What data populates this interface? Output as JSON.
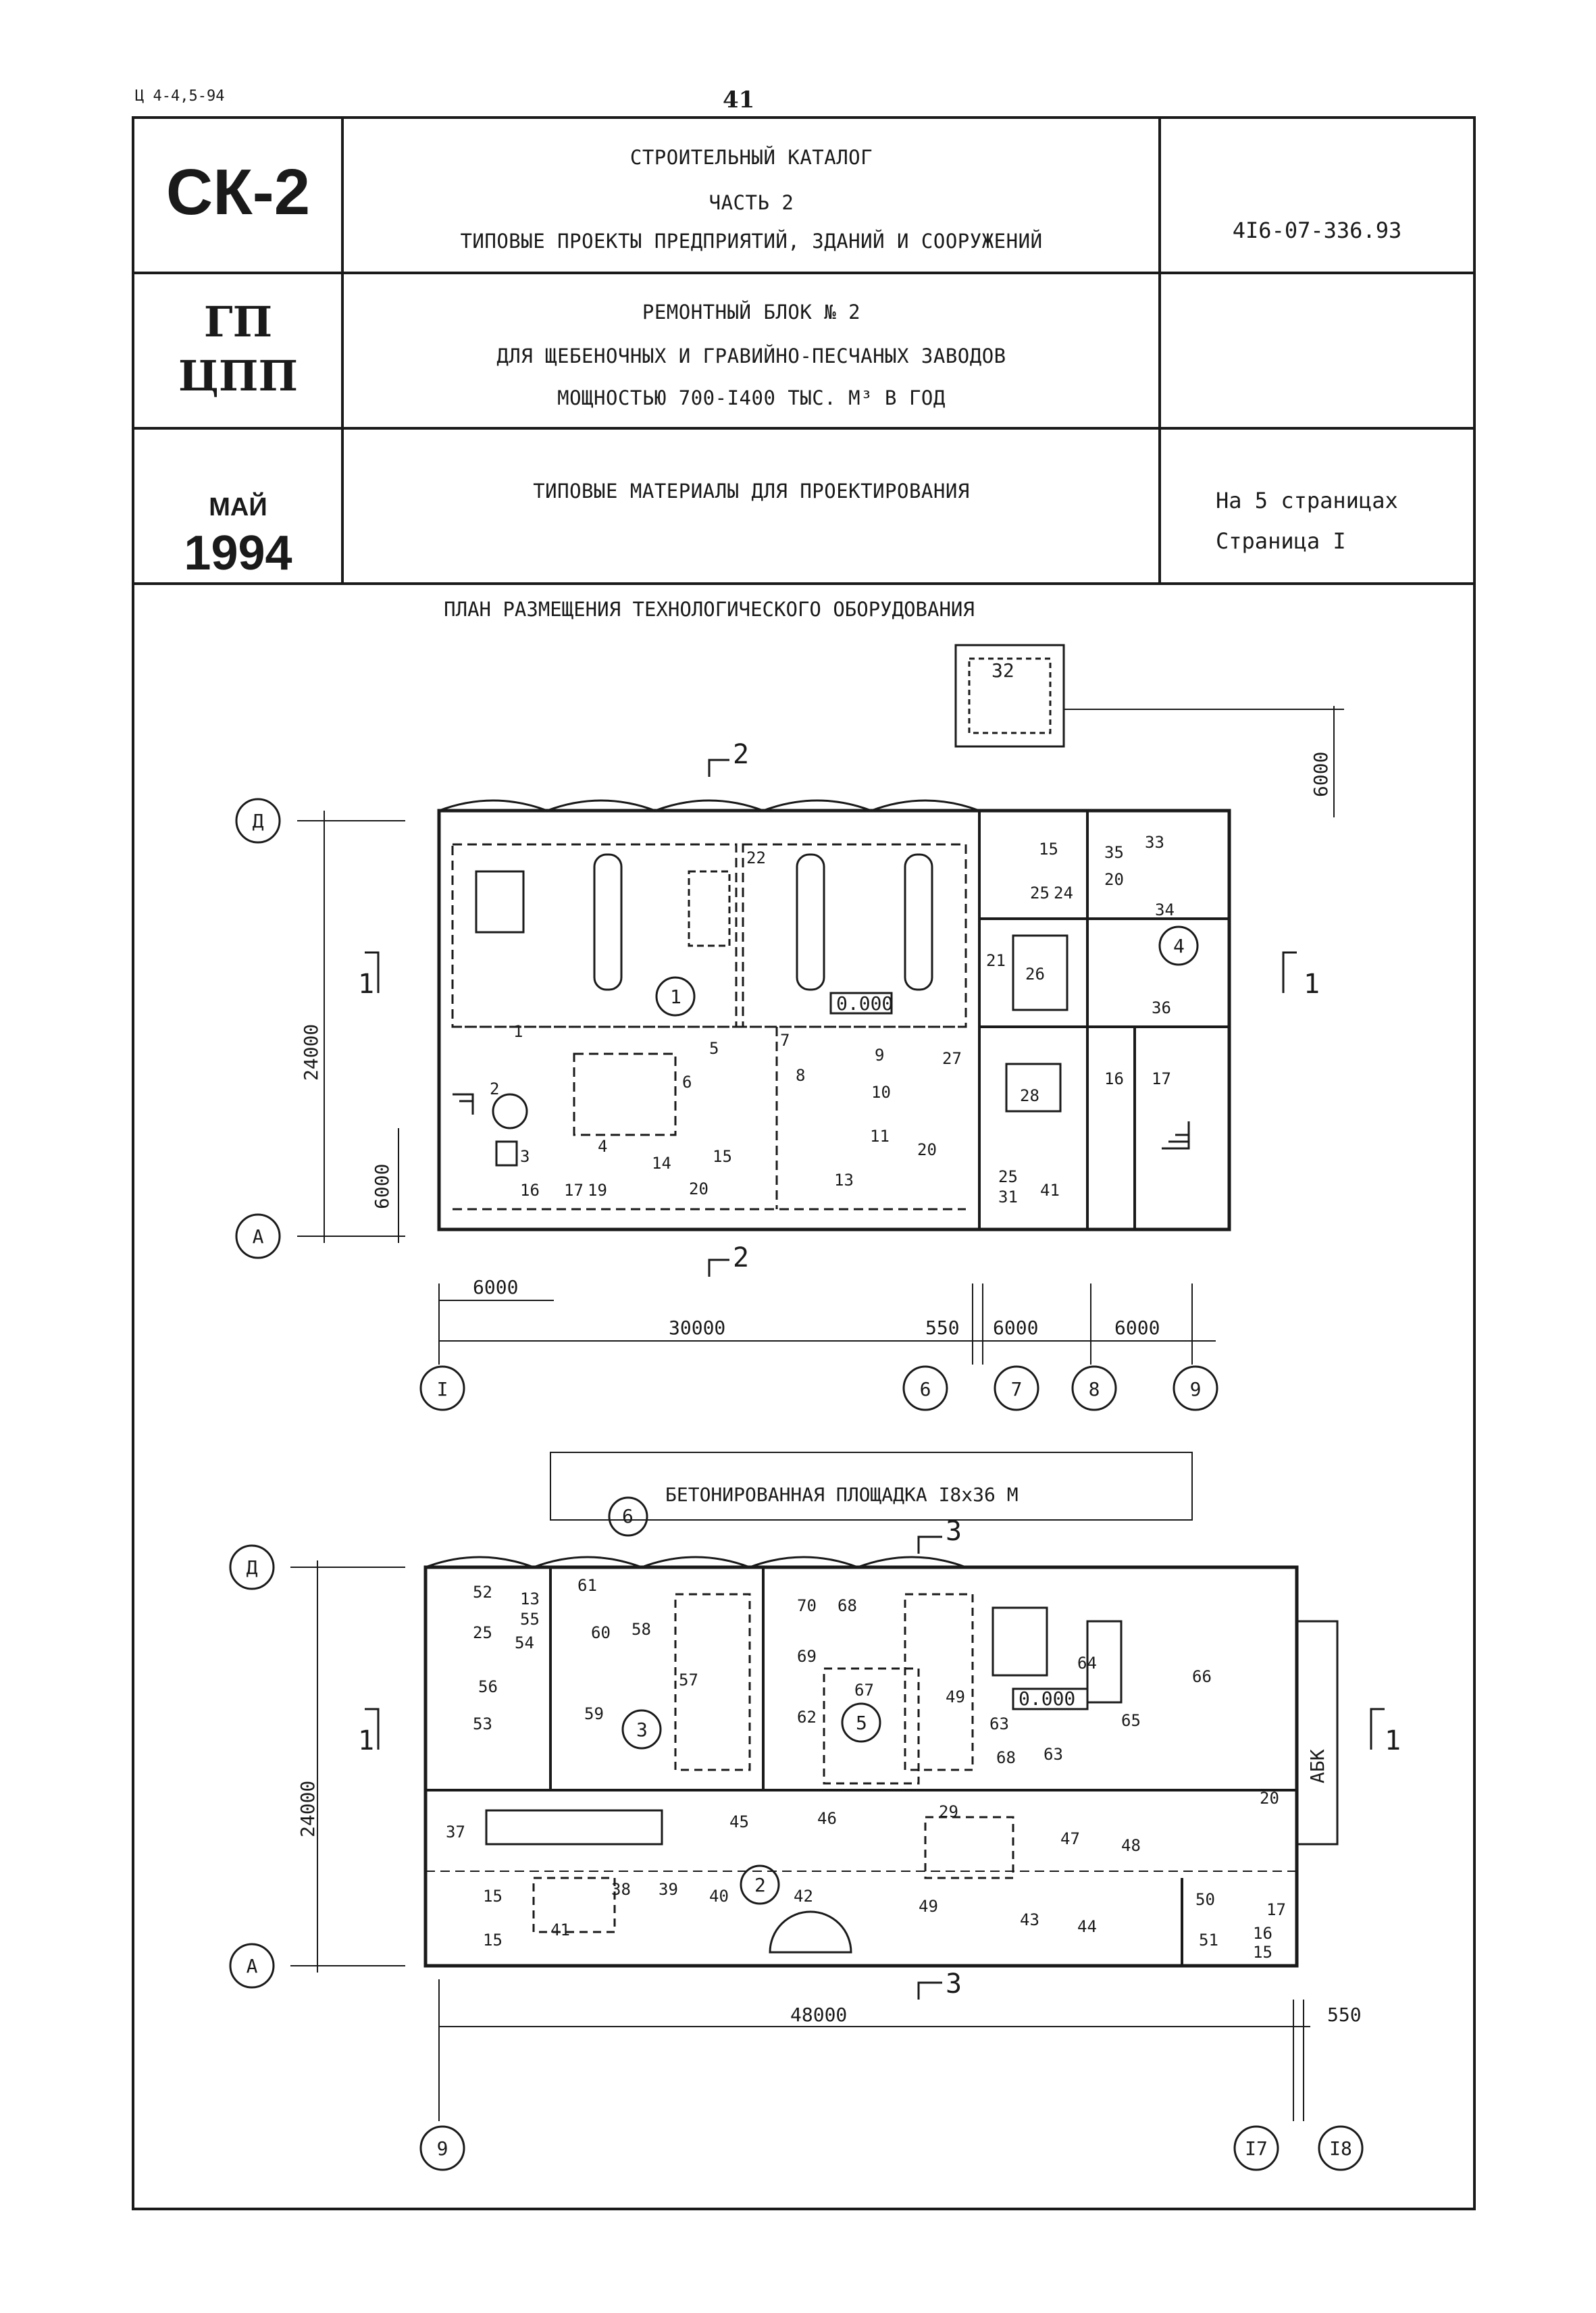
{
  "header": {
    "doc_code_top": "Ц 4-4,5-94",
    "page_number": "41"
  },
  "title_block": {
    "series": "СК-2",
    "catalog_line1": "СТРОИТЕЛЬНЫЙ КАТАЛОГ",
    "catalog_line2": "ЧАСТЬ 2",
    "catalog_line3": "ТИПОВЫЕ ПРОЕКТЫ ПРЕДПРИЯТИЙ, ЗДАНИЙ И СООРУЖЕНИЙ",
    "project_code": "4I6-07-336.93",
    "section_line1": "ГП",
    "section_line2": "ЦПП",
    "object_line1": "РЕМОНТНЫЙ БЛОК № 2",
    "object_line2": "ДЛЯ ЩЕБЕНОЧНЫХ И ГРАВИЙНО-ПЕСЧАНЫХ ЗАВОДОВ",
    "object_line3": "МОЩНОСТЬЮ 700-I400 ТЫС. М³ В ГОД",
    "month": "МАЙ",
    "year": "1994",
    "materials": "ТИПОВЫЕ МАТЕРИАЛЫ ДЛЯ ПРОЕКТИРОВАНИЯ",
    "pages_total": "На  5  страницах",
    "page_current": "Страница I"
  },
  "drawing": {
    "title": "ПЛАН РАЗМЕЩЕНИЯ ТЕХНОЛОГИЧЕСКОГО ОБОРУДОВАНИЯ",
    "plan1": {
      "axis_row_top": "Д",
      "axis_row_bottom": "А",
      "axis_cols": [
        "I",
        "6",
        "7",
        "8",
        "9"
      ],
      "dim_height": "24000",
      "dim_small": "6000",
      "dim_bottom_left": "6000",
      "dim_span": "30000",
      "dim_gap": "550",
      "dim_c1": "6000",
      "dim_c2": "6000",
      "dim_top_right": "6000",
      "level": "0.000",
      "section_mark_top": "2",
      "section_mark_bottom": "2",
      "section_left": "1",
      "section_right": "1",
      "zones": [
        "1",
        "4"
      ],
      "tags": [
        "22",
        "15",
        "35",
        "33",
        "25",
        "20",
        "24",
        "34",
        "21",
        "26",
        "36",
        "1",
        "2",
        "3",
        "4",
        "5",
        "6",
        "7",
        "8",
        "9",
        "10",
        "11",
        "13",
        "14",
        "15",
        "16",
        "17",
        "19",
        "20",
        "27",
        "28",
        "25",
        "31",
        "41",
        "20",
        "16",
        "17"
      ],
      "equipment_label": "32"
    },
    "plan2": {
      "platform_label": "БЕТОНИРОВАННАЯ ПЛОЩАДКА I8х36 М",
      "platform_zone": "6",
      "axis_row_top": "Д",
      "axis_row_bottom": "А",
      "axis_cols": [
        "9",
        "I7",
        "I8"
      ],
      "dim_height": "24000",
      "dim_span": "48000",
      "dim_gap": "550",
      "level": "0.000",
      "section_mark_top": "3",
      "section_mark_bottom": "3",
      "section_left": "1",
      "section_right": "1",
      "abk": "АБК",
      "zones": [
        "3",
        "5",
        "2"
      ],
      "tags": [
        "61",
        "52",
        "13",
        "55",
        "25",
        "54",
        "56",
        "53",
        "60",
        "58",
        "57",
        "59",
        "70",
        "68",
        "69",
        "62",
        "67",
        "49",
        "64",
        "66",
        "63",
        "65",
        "68",
        "63",
        "20",
        "37",
        "45",
        "46",
        "29",
        "47",
        "48",
        "15",
        "38",
        "39",
        "40",
        "41",
        "15",
        "42",
        "49",
        "43",
        "44",
        "50",
        "17",
        "51",
        "16",
        "15"
      ]
    }
  }
}
